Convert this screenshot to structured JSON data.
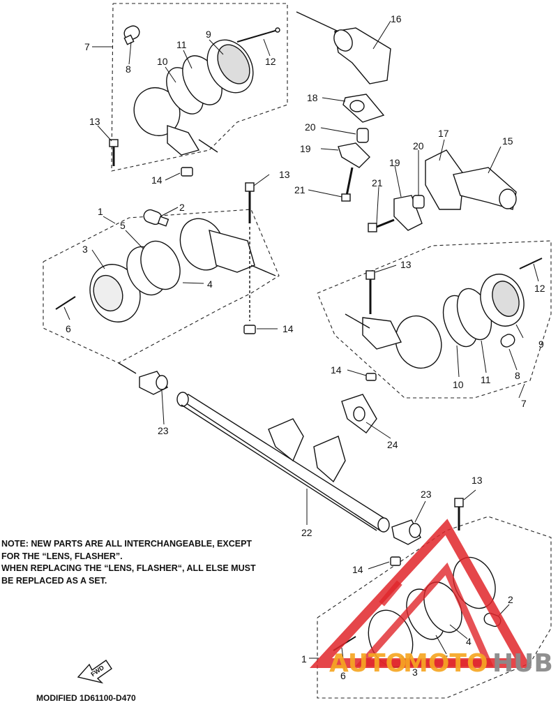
{
  "part_labels": [
    "1",
    "2",
    "3",
    "4",
    "5",
    "6",
    "7",
    "8",
    "9",
    "10",
    "11",
    "12",
    "13",
    "14",
    "15",
    "16",
    "17",
    "18",
    "19",
    "20",
    "21",
    "22",
    "23",
    "24"
  ],
  "note_lines": [
    "NOTE: NEW PARTS ARE ALL INTERCHANGEABLE, EXCEPT",
    "FOR THE “LENS, FLASHER”.",
    "WHEN REPLACING THE “LENS, FLASHER“, ALL ELSE MUST",
    "BE REPLACED AS A SET."
  ],
  "fwd_label": "FWD",
  "modified_text": "MODIFIED 1D61100-D470",
  "watermark": {
    "part1": "AUTO",
    "part2": "MOTO",
    "part3": "HUB",
    "color_red": "#e0262a",
    "color_orange": "#f5a623",
    "color_gray": "#8a8a8a"
  }
}
